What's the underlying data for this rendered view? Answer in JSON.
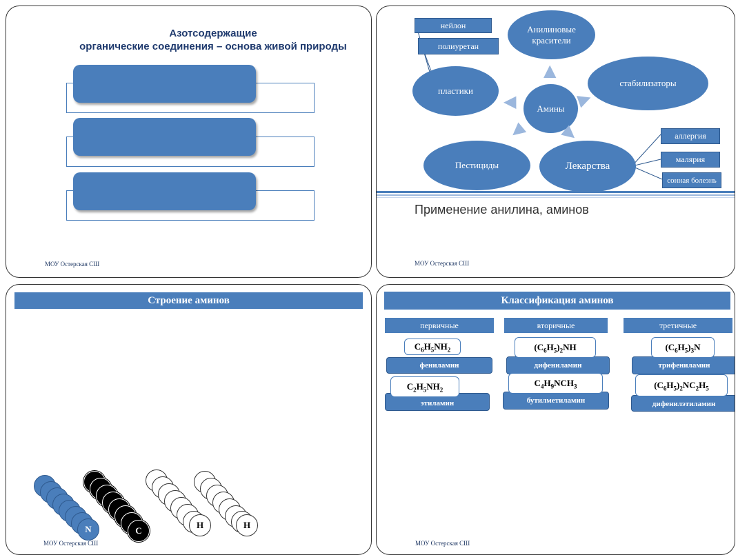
{
  "slide1": {
    "title_line1": "Азотсодержащие",
    "title_line2": "органические соединения – основа живой природы",
    "footer": "МОУ Остерская СШ"
  },
  "slide2": {
    "center": "Амины",
    "nodes": {
      "dyes": "Анилиновые красители",
      "stabilizers": "стабилизаторы",
      "plastics": "пластики",
      "pesticides": "Пестициды",
      "medicines": "Лекарства"
    },
    "plastic_tags": [
      "нейлон",
      "полиуретан"
    ],
    "medicine_tags": [
      "аллергия",
      "малярия",
      "сонная болезнь"
    ],
    "caption": "Применение анилина, аминов",
    "footer": "МОУ Остерская СШ"
  },
  "slide3": {
    "title": "Строение аминов",
    "atoms": {
      "nitrogen": "N",
      "carbon": "C",
      "hydrogen1": "H",
      "hydrogen2": "H"
    },
    "footer": "МОУ Остерская СШ"
  },
  "slide4": {
    "title": "Классификация аминов",
    "columns": [
      {
        "header": "первичные",
        "items": [
          {
            "formula": "C6H5NH2",
            "name": "фениламин"
          },
          {
            "formula": "C2H5NH2",
            "name": "этиламин"
          }
        ]
      },
      {
        "header": "вторичные",
        "items": [
          {
            "formula": "(C6H5)2NH",
            "name": "дифениламин"
          },
          {
            "formula": "C4H9NCH3",
            "name": "бутилметиламин"
          }
        ]
      },
      {
        "header": "третичные",
        "items": [
          {
            "formula": "(C6H5)3N",
            "name": "трифениламин"
          },
          {
            "formula": "(C6H5)2NC2H5",
            "name": "дифенилэтиламин"
          }
        ]
      }
    ],
    "footer": "МОУ Остерская СШ"
  },
  "colors": {
    "accent": "#4a7ebb",
    "title": "#1f3a6e",
    "arrow": "#9bb7dd"
  }
}
